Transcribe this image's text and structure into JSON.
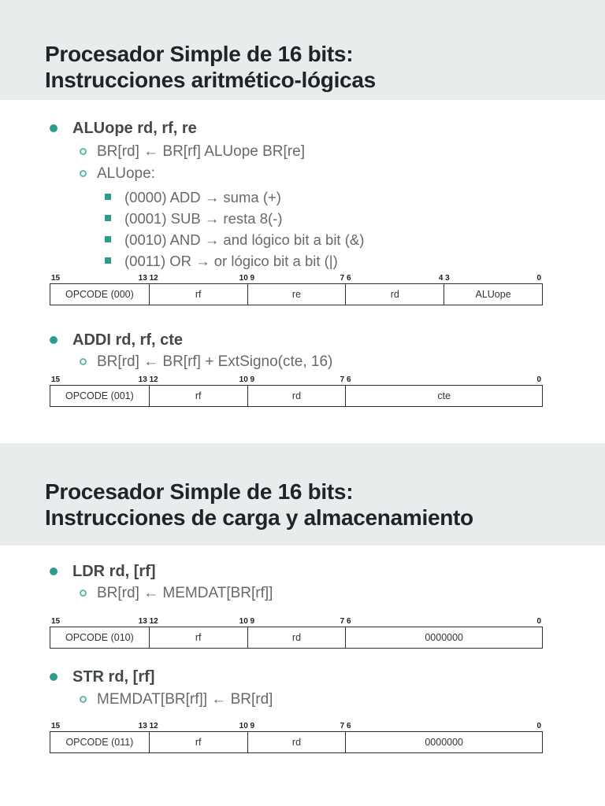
{
  "colors": {
    "accent_teal": "#2a9d8f",
    "accent_teal_light": "#5eb8ac",
    "header_band": "#e8eced",
    "title_text": "#212426",
    "heading_text": "#43484c",
    "body_text": "#66696d",
    "table_border": "#2e2e2e"
  },
  "slides": [
    {
      "title_line1": "Procesador Simple de 16 bits:",
      "title_line2": "Instrucciones aritmético-lógicas",
      "items": {
        "aluope_heading": "ALUope rd, rf, re",
        "aluope_semantics": "BR[rd] ← BR[rf] ALUope BR[re]",
        "aluope_label": "ALUope:",
        "aluope_ops": [
          "(0000) ADD → suma (+)",
          "(0001) SUB → resta 8(-)",
          "(0010) AND → and lógico bit a bit (&)",
          "(0011) OR → or lógico bit a bit (|)"
        ],
        "addi_heading": "ADDI rd, rf, cte",
        "addi_semantics": "BR[rd] ← BR[rf] + ExtSigno(cte, 16)"
      },
      "tables": [
        {
          "bit_labels": [
            "15",
            "13 12",
            "10 9",
            "7 6",
            "4 3",
            "0"
          ],
          "cells": [
            "OPCODE (000)",
            "rf",
            "re",
            "rd",
            "ALUope"
          ]
        },
        {
          "bit_labels": [
            "15",
            "13 12",
            "10 9",
            "7 6",
            "0"
          ],
          "cells": [
            "OPCODE (001)",
            "rf",
            "rd",
            "cte"
          ]
        }
      ]
    },
    {
      "title_line1": "Procesador Simple de 16 bits:",
      "title_line2": "Instrucciones de carga y almacenamiento",
      "items": {
        "ldr_heading": "LDR rd, [rf]",
        "ldr_semantics": "BR[rd] ← MEMDAT[BR[rf]]",
        "str_heading": "STR rd, [rf]",
        "str_semantics": "MEMDAT[BR[rf]] ← BR[rd]"
      },
      "tables": [
        {
          "bit_labels": [
            "15",
            "13 12",
            "10 9",
            "7 6",
            "0"
          ],
          "cells": [
            "OPCODE (010)",
            "rf",
            "rd",
            "0000000"
          ]
        },
        {
          "bit_labels": [
            "15",
            "13 12",
            "10 9",
            "7 6",
            "0"
          ],
          "cells": [
            "OPCODE (011)",
            "rf",
            "rd",
            "0000000"
          ]
        }
      ]
    }
  ]
}
